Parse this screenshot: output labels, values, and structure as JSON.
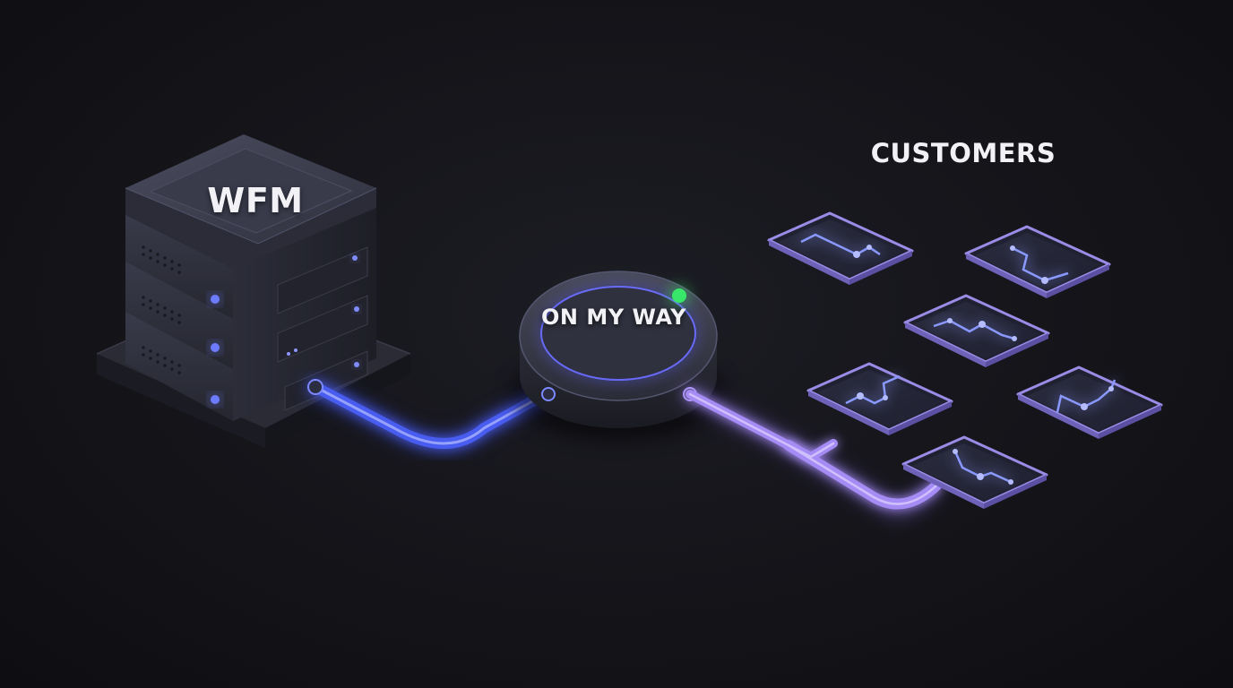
{
  "nodes": {
    "server_label": "WFM",
    "hub_label": "ON MY WAY",
    "customers_label": "CUSTOMERS"
  },
  "colors": {
    "background": "#141419",
    "server_link": "#4a5cf0",
    "customer_link": "#a58cf5",
    "status_light": "#39e66a",
    "device_frame": "#9a8ce6"
  },
  "customer_devices": 6
}
